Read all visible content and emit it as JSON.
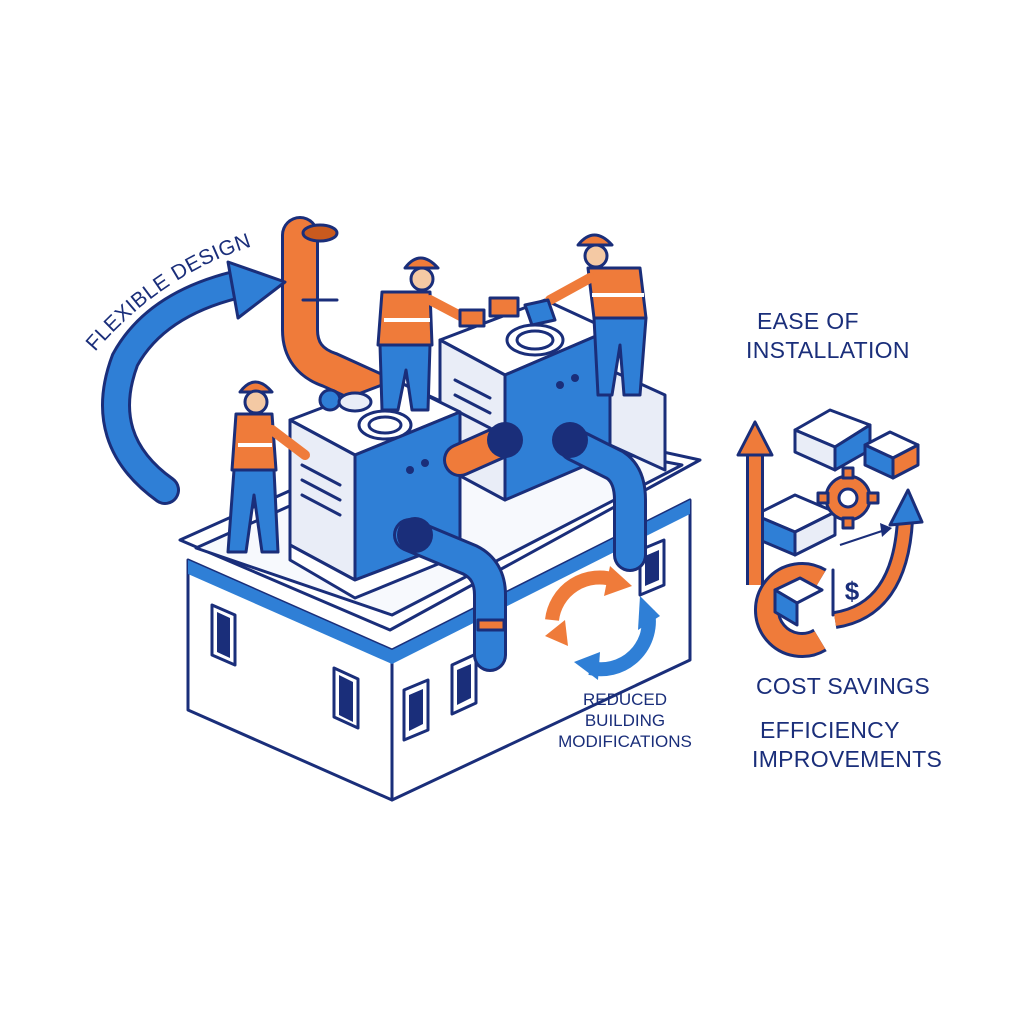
{
  "labels": {
    "flexible_design": "FLEXIBLE DESIGN",
    "ease_line1": "EASE OF",
    "ease_line2": "INSTALLATION",
    "reduced_line1": "REDUCED",
    "reduced_line2": "BUILDING",
    "reduced_line3": "MODIFICATIONS",
    "cost_savings": "COST SAVINGS",
    "efficiency_line1": "EFFICIENCY",
    "efficiency_line2": "IMPROVEMENTS",
    "dollar_symbol": "$"
  },
  "colors": {
    "navy": "#1a2e7a",
    "blue": "#2f7fd6",
    "orange": "#ef7b3a",
    "unit_light": "#e9edf7",
    "skin": "#f4c9a4"
  },
  "icons": [
    "curved-arrow-icon",
    "refresh-cycle-icon",
    "gear-icon",
    "dollar-icon",
    "box-icon",
    "up-arrow-icon"
  ]
}
